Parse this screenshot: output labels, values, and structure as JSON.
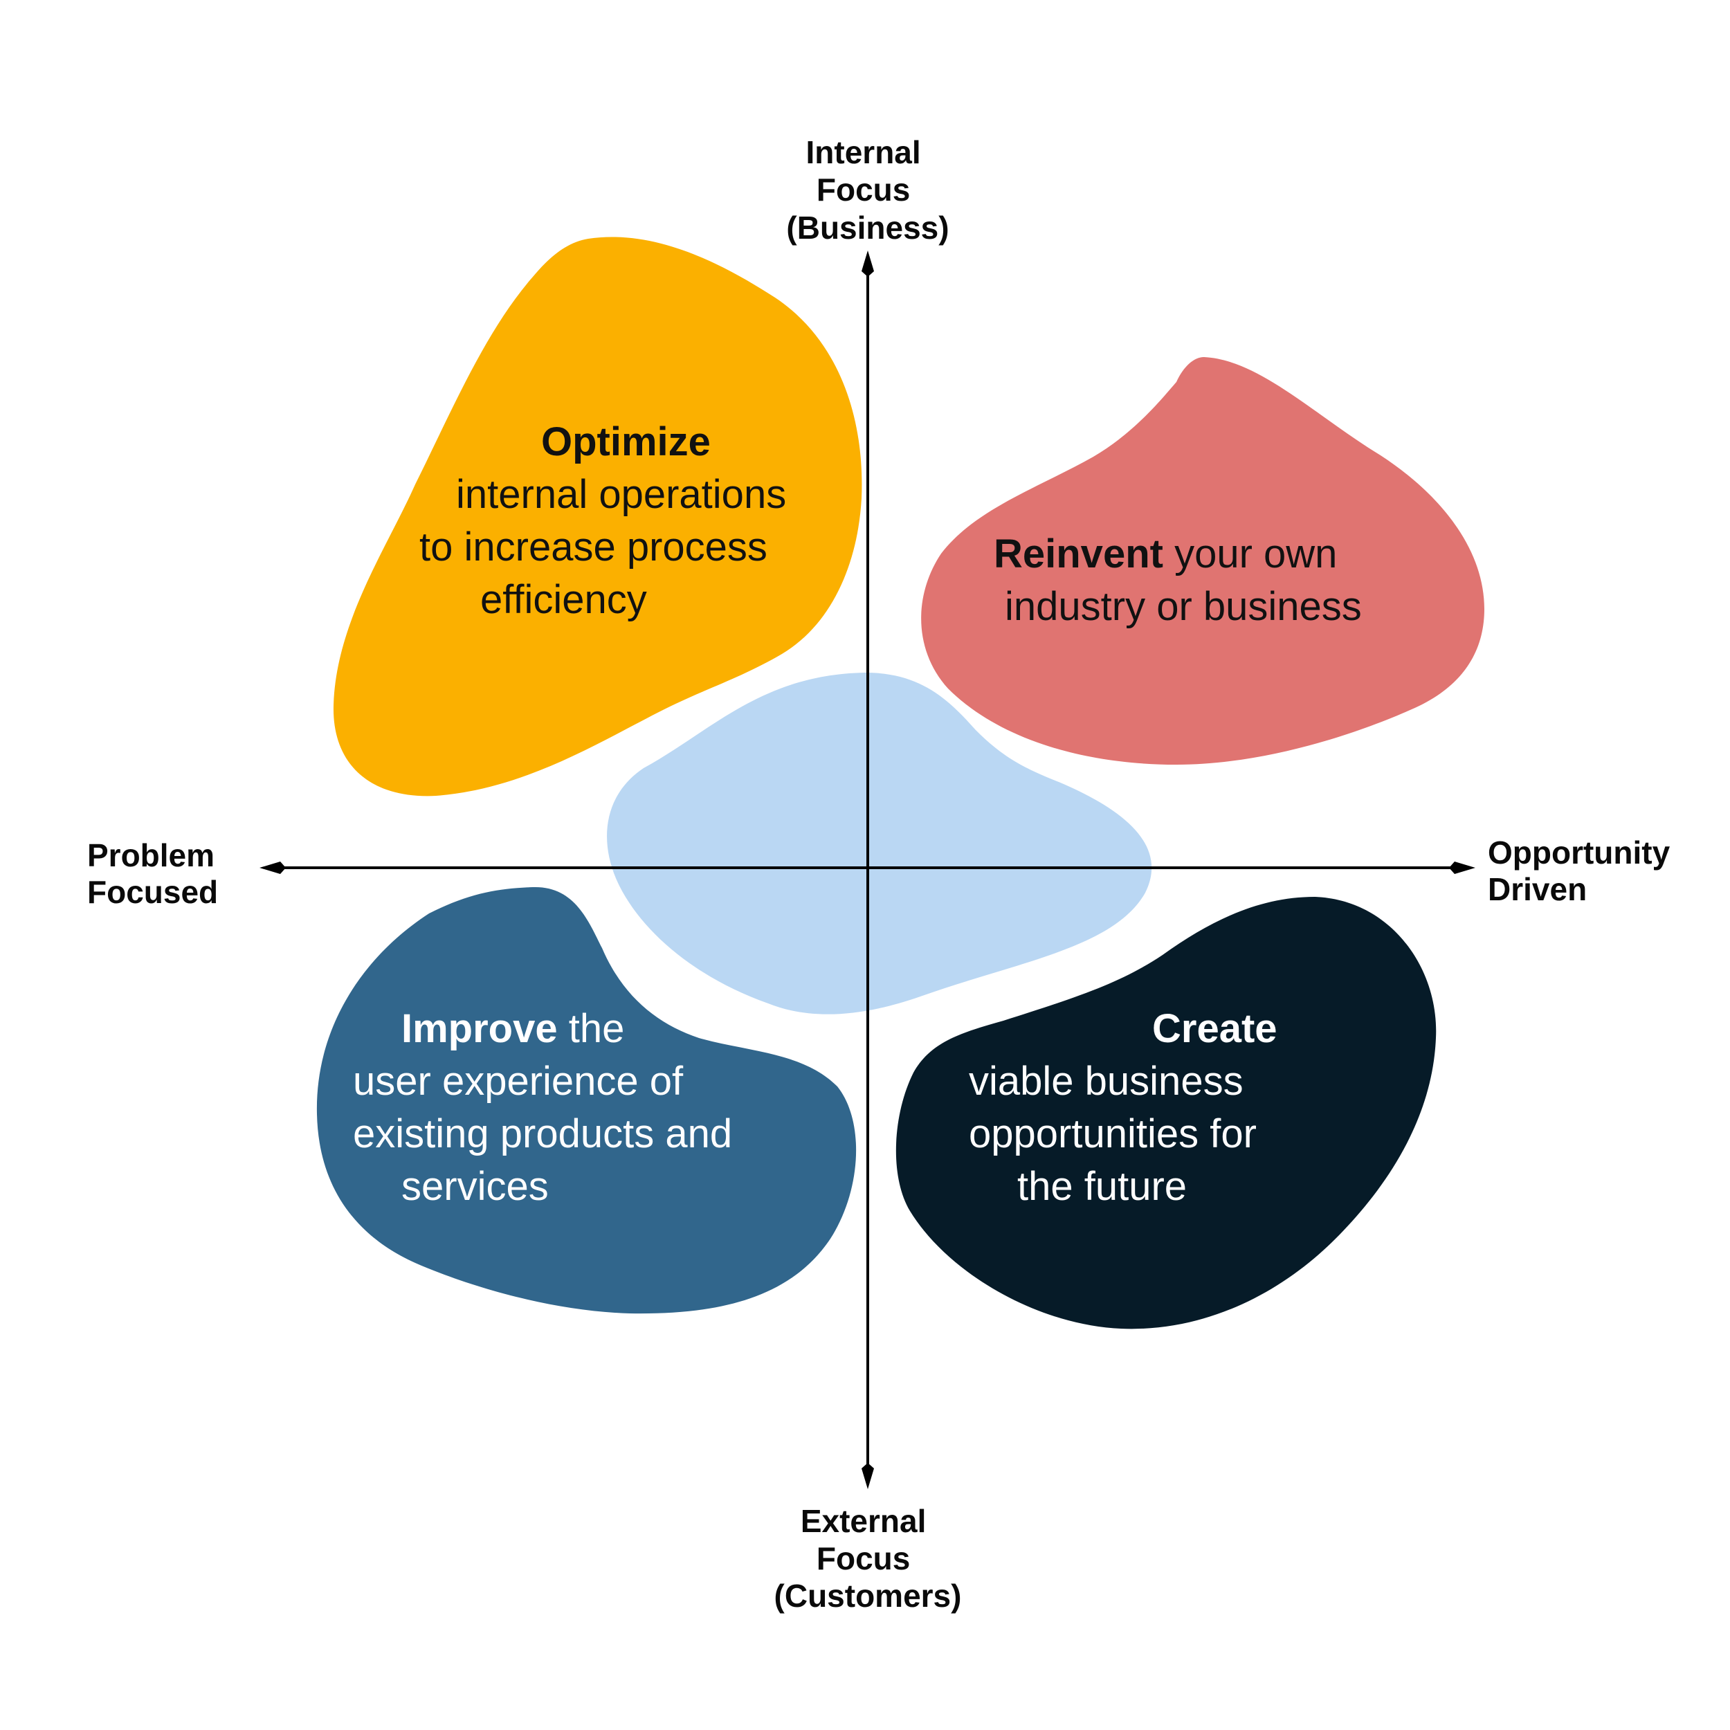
{
  "colors": {
    "optimize": "#FBB000",
    "reinvent": "#E07471",
    "improve": "#31668C",
    "create": "#061B28",
    "center": "#BAD7F3",
    "axis": "#000000",
    "dark_text": "#111111",
    "light_text": "#FFFFFF"
  },
  "axes": {
    "top": [
      "Internal",
      "Focus",
      "(Business)"
    ],
    "bottom": [
      "External",
      "Focus",
      "(Customers)"
    ],
    "left": [
      "Problem",
      "Focused"
    ],
    "right": [
      "Opportunity",
      "Driven"
    ]
  },
  "quadrants": {
    "optimize": {
      "line1_bold": "Optimize",
      "line2": "internal operations",
      "line3": "to increase process",
      "line4": "efficiency"
    },
    "reinvent": {
      "line1_bold": "Reinvent",
      "line1_rest": " your own",
      "line2": "industry or business"
    },
    "improve": {
      "line1_bold": "Improve",
      "line1_rest": " the",
      "line2": "user experience of",
      "line3": "existing products and",
      "line4": "services"
    },
    "create": {
      "line1_bold": "Create",
      "line2": "viable business",
      "line3": "opportunities for",
      "line4": "the future"
    }
  }
}
